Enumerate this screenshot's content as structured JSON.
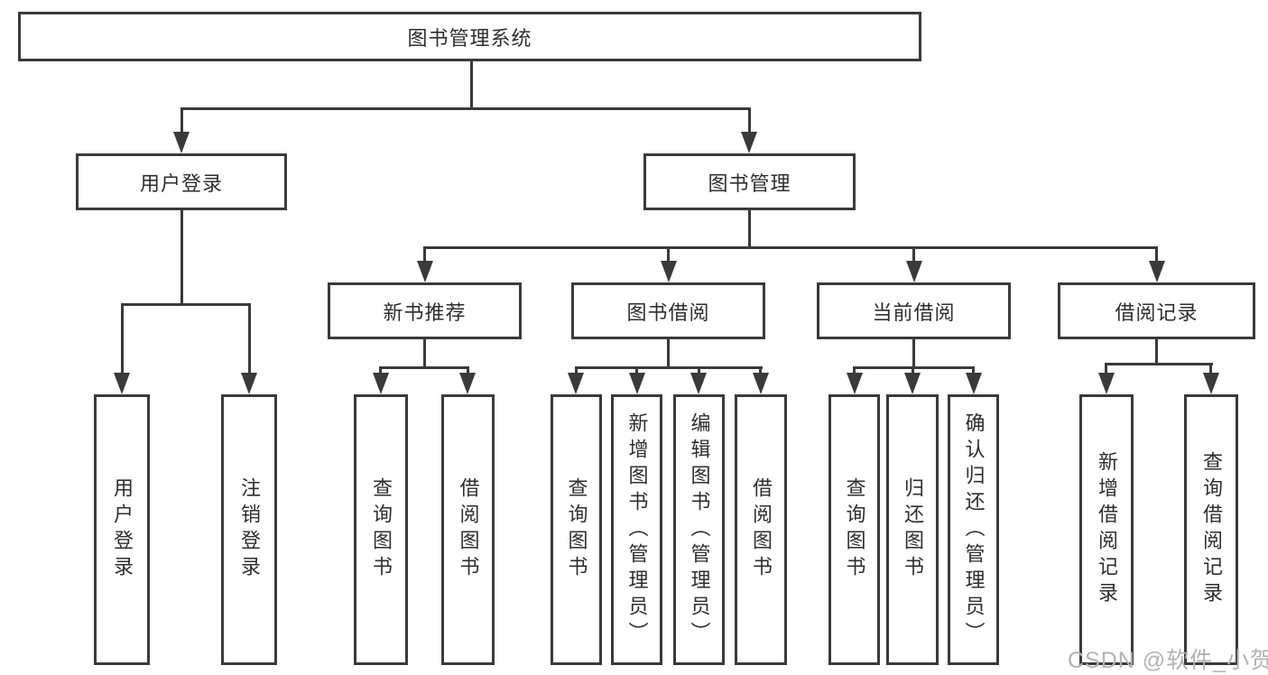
{
  "diagram": {
    "root": {
      "label": "图书管理系统"
    },
    "level2": [
      {
        "label": "用户登录"
      },
      {
        "label": "图书管理"
      }
    ],
    "level3": [
      {
        "label": "新书推荐"
      },
      {
        "label": "图书借阅"
      },
      {
        "label": "当前借阅"
      },
      {
        "label": "借阅记录"
      }
    ],
    "leaves": [
      {
        "label": "用户登录"
      },
      {
        "label": "注销登录"
      },
      {
        "label": "查询图书"
      },
      {
        "label": "借阅图书"
      },
      {
        "label": "查询图书"
      },
      {
        "label": "新增图书（管理员）"
      },
      {
        "label": "编辑图书（管理员）"
      },
      {
        "label": "借阅图书"
      },
      {
        "label": "查询图书"
      },
      {
        "label": "归还图书"
      },
      {
        "label": "确认归还（管理员）"
      },
      {
        "label": "新增借阅记录"
      },
      {
        "label": "查询借阅记录"
      }
    ],
    "watermark": "CSDN @软件_小贺同学",
    "colors": {
      "line": "#3a3a3a",
      "text": "#2e2e2e",
      "watermark": "#b3b3b3",
      "background": "#ffffff"
    }
  }
}
